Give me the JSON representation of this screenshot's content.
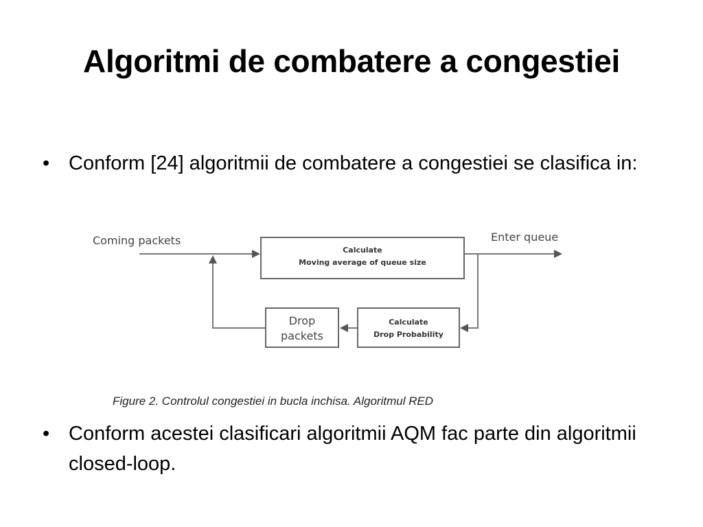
{
  "slide": {
    "title": "Algoritmi de combatere a congestiei"
  },
  "bullets": [
    {
      "marker": "•",
      "text": "Conform [24] algoritmii de combatere a congestiei se clasifica in:"
    },
    {
      "marker": "•",
      "text": "Conform acestei clasificari algoritmii AQM fac parte din algoritmii closed-loop."
    }
  ],
  "diagram": {
    "input_label": "Coming packets",
    "output_label": "Enter queue",
    "box_average": {
      "line1": "Calculate",
      "line2": "Moving average of queue size"
    },
    "box_probability": {
      "line1": "Calculate",
      "line2": "Drop Probability"
    },
    "box_drop": {
      "line1": "Drop",
      "line2": "packets"
    },
    "caption": "Figure 2. Controlul congestiei in bucla inchisa. Algoritmul RED"
  }
}
